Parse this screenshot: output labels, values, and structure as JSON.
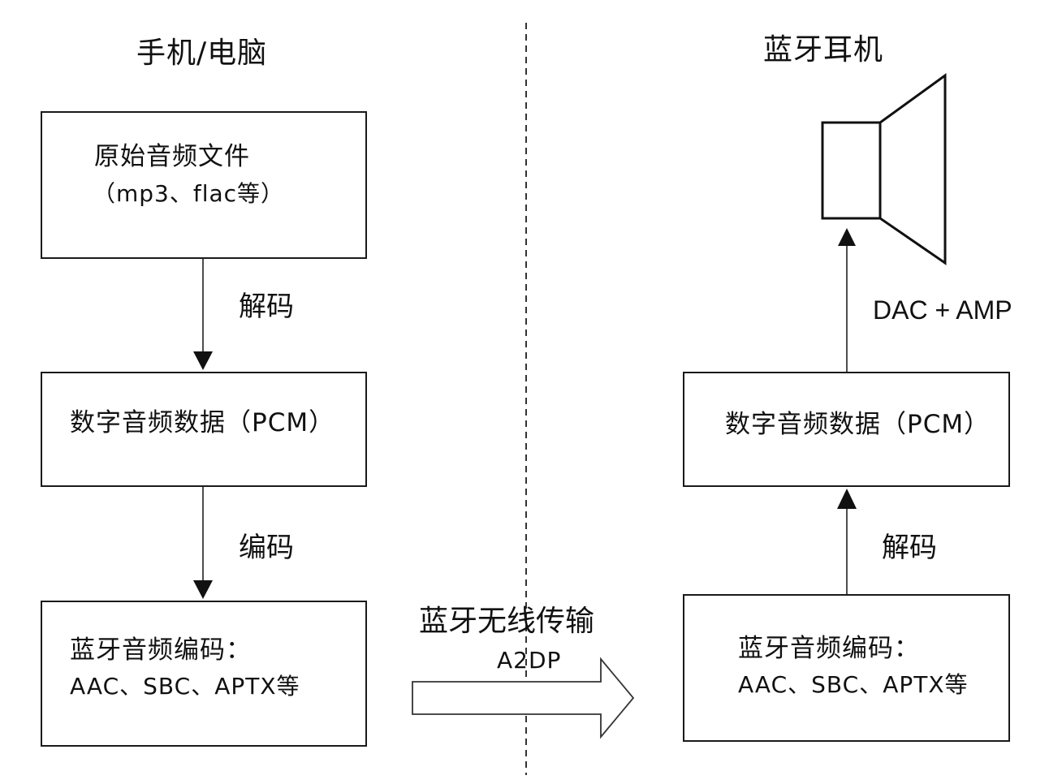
{
  "left_column": {
    "title": "手机/电脑",
    "box1": {
      "line1": "原始音频文件",
      "line2": "（mp3、flac等）"
    },
    "arrow1_label": "解码",
    "box2": {
      "line1": "数字音频数据（PCM）"
    },
    "arrow2_label": "编码",
    "box3": {
      "line1": "蓝牙音频编码：",
      "line2": "AAC、SBC、APTX等"
    }
  },
  "transfer": {
    "label": "蓝牙无线传输",
    "sublabel": "A2DP"
  },
  "right_column": {
    "title": "蓝牙耳机",
    "speaker_label": "DAC + AMP",
    "box_top": {
      "line1": "数字音频数据（PCM）"
    },
    "arrow_label": "解码",
    "box_bottom": {
      "line1": "蓝牙音频编码：",
      "line2": "AAC、SBC、APTX等"
    }
  },
  "icons": {
    "speaker": "speaker-icon"
  }
}
